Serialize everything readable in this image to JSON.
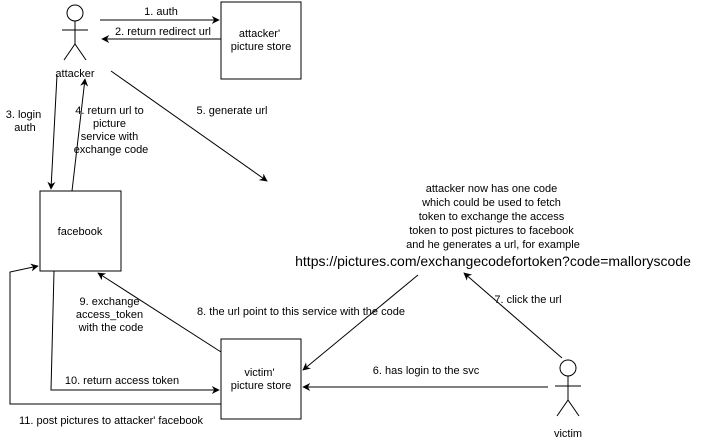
{
  "actors": {
    "attacker": "attacker",
    "victim": "victim"
  },
  "boxes": {
    "attacker_store": [
      "attacker'",
      "picture store"
    ],
    "facebook": [
      "facebook"
    ],
    "victim_store": [
      "victim'",
      "picture store"
    ]
  },
  "edges": {
    "e1": [
      "1. auth"
    ],
    "e2": [
      "2. return redirect url"
    ],
    "e3": [
      "3. login",
      "auth"
    ],
    "e4": [
      "4. return url to",
      "picture",
      "service with",
      "exchange code"
    ],
    "e5": [
      "5. generate url"
    ],
    "e6": [
      "6. has login to the svc"
    ],
    "e7": [
      "7. click the url"
    ],
    "e8": [
      "8. the url point to this service with the code"
    ],
    "e9": [
      "9. exchange",
      "access_token",
      "with the code"
    ],
    "e10": [
      "10. return access token"
    ],
    "e11": [
      "11. post pictures to attacker' facebook"
    ]
  },
  "note": {
    "lines": [
      "attacker now has one code",
      "which could be used to fetch",
      "token to exchange the access",
      "token to post pictures to facebook",
      "and he generates a url, for example"
    ],
    "url": "https://pictures.com/exchangecodefortoken?code=malloryscode"
  }
}
